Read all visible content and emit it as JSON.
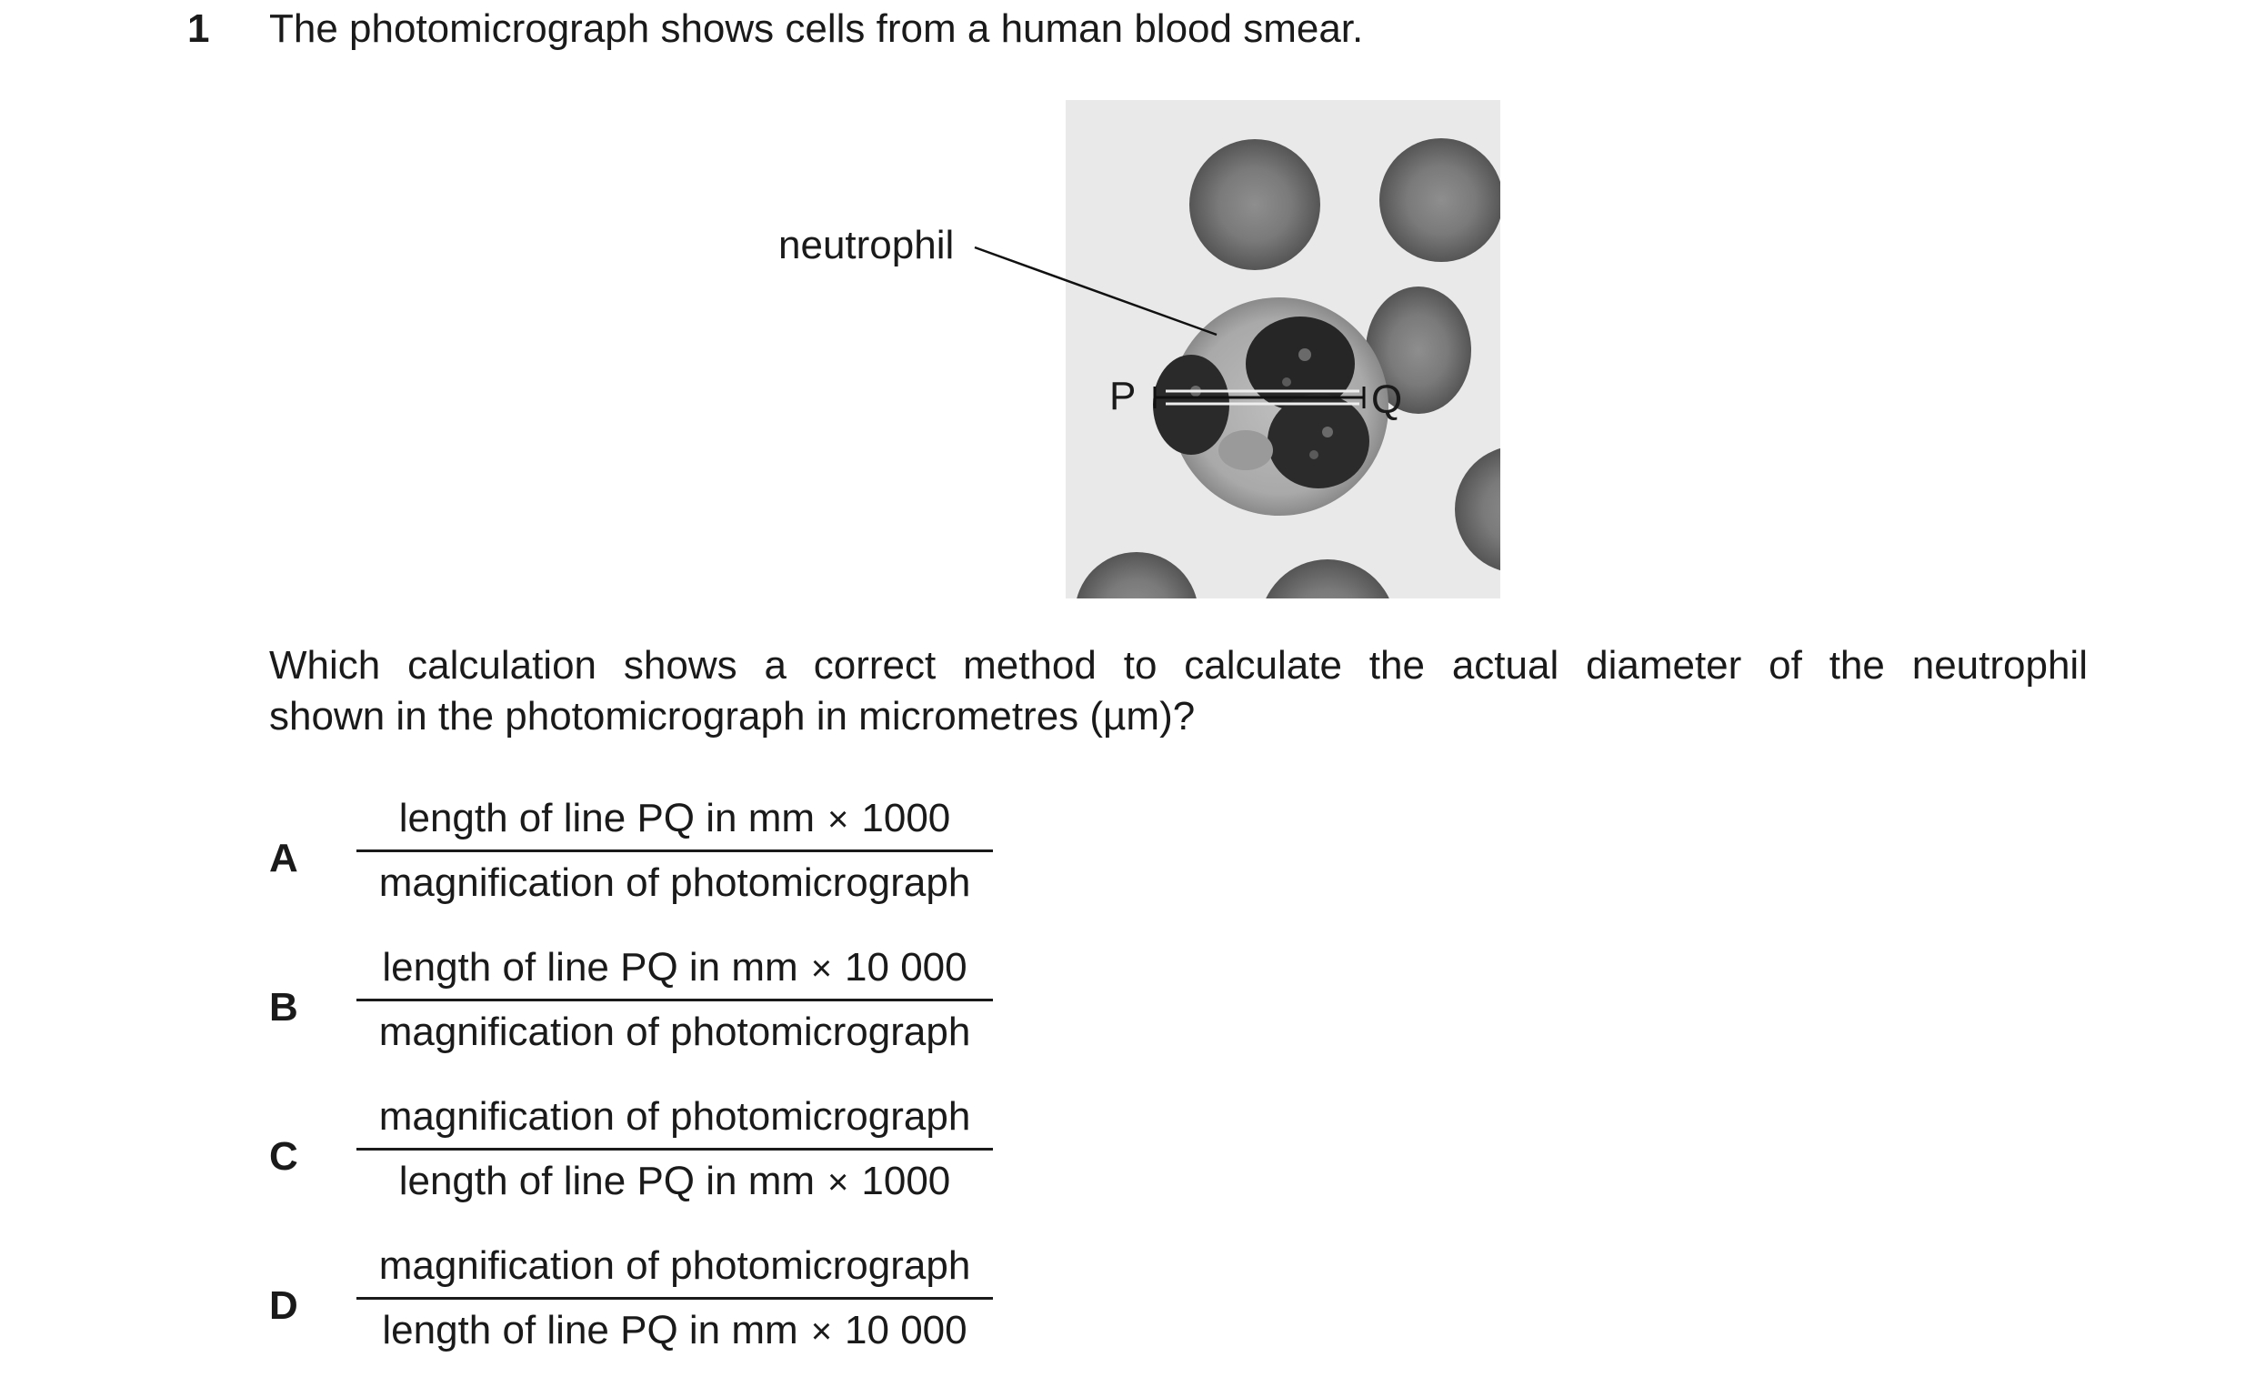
{
  "question_number": "1",
  "stem": "The photomicrograph shows cells from a human blood smear.",
  "figure": {
    "label_neutrophil": "neutrophil",
    "label_p": "P",
    "label_q": "Q"
  },
  "question_line1": "Which calculation shows a correct method to calculate the actual diameter of the neutrophil",
  "question_line2": "shown in the photomicrograph in micrometres (µm)?",
  "times_symbol": "×",
  "options": [
    {
      "letter": "A",
      "numerator_text": "length of line PQ in mm",
      "numerator_factor": "1000",
      "denominator_text": "magnification of photomicrograph",
      "denominator_factor": ""
    },
    {
      "letter": "B",
      "numerator_text": "length of line PQ in mm",
      "numerator_factor": "10 000",
      "denominator_text": "magnification of photomicrograph",
      "denominator_factor": ""
    },
    {
      "letter": "C",
      "numerator_text": "magnification of photomicrograph",
      "numerator_factor": "",
      "denominator_text": "length of line PQ in mm",
      "denominator_factor": "1000"
    },
    {
      "letter": "D",
      "numerator_text": "magnification of photomicrograph",
      "numerator_factor": "",
      "denominator_text": "length of line PQ in mm",
      "denominator_factor": "10 000"
    }
  ]
}
